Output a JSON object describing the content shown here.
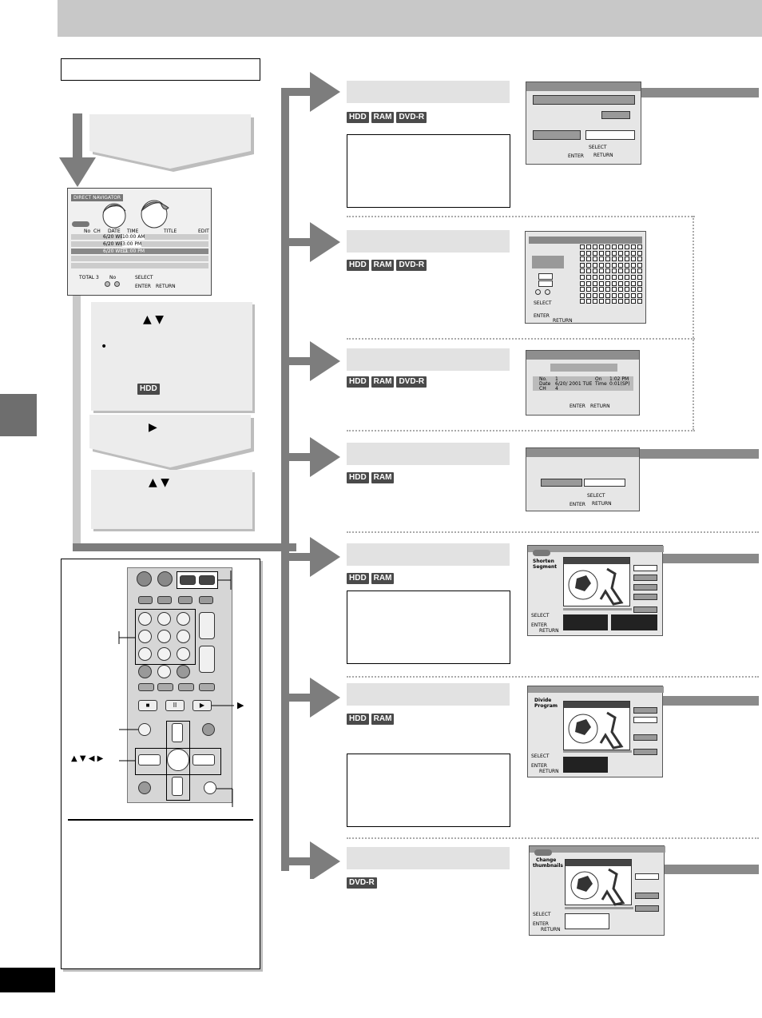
{
  "badges": {
    "hdd": "HDD",
    "ram": "RAM",
    "dvdr": "DVD-R"
  },
  "steps": {
    "step2_arrows": "▲ ▼",
    "step2_bullet": "•",
    "step3_arrow": "▶",
    "step4_arrows": "▲ ▼"
  },
  "navigator": {
    "title": "DIRECT NAVIGATOR",
    "col_no": "No",
    "col_ch": "CH",
    "col_date": "DATE",
    "col_time": "TIME",
    "col_title": "TITLE",
    "col_edit": "EDIT",
    "rows": [
      {
        "date": "6/20 WED",
        "time": "10:00 AM"
      },
      {
        "date": "6/20 WED",
        "time": "3:00 PM"
      },
      {
        "date": "6/20 WED",
        "time": "11:00 PM"
      }
    ],
    "total": "TOTAL 3",
    "no_label": "No",
    "select": "SELECT",
    "enter": "ENTER",
    "return": "RETURN"
  },
  "screens": {
    "select": "SELECT",
    "enter": "ENTER",
    "return": "RETURN",
    "props": {
      "no_label": "No.",
      "no_val": "1",
      "date_label": "Date",
      "date_val": "6/20/ 2001 TUE",
      "ch_label": "CH",
      "ch_val": "4",
      "on_label": "On",
      "on_val": "1:02 PM",
      "time_label": "Time",
      "time_val": "0:01(SP)"
    },
    "shorten_1": "Shorten",
    "shorten_2": "Segment",
    "divide_1": "Divide",
    "divide_2": "Program",
    "change_1": "Change",
    "change_2": "thumbnails"
  },
  "remote": {
    "play_arrow": "▶",
    "dir_arrows": "▲ ▼ ◀ ▶",
    "pause": "II",
    "stop": "■"
  }
}
